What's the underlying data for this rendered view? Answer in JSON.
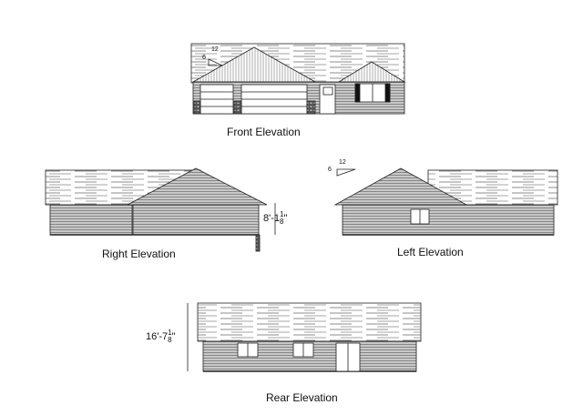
{
  "elevations": {
    "front": {
      "label": "Front Elevation"
    },
    "right": {
      "label": "Right Elevation",
      "wall_height": {
        "whole": "8'-1",
        "num": "1",
        "den": "8",
        "unit": "\""
      }
    },
    "left": {
      "label": "Left Elevation"
    },
    "rear": {
      "label": "Rear Elevation",
      "overall_height": {
        "whole": "16'-7",
        "num": "1",
        "den": "8",
        "unit": "\""
      }
    }
  },
  "roof_pitch": {
    "run": "12",
    "rise": "6"
  },
  "colors": {
    "line": "#222222",
    "siding": "#9a9a9a",
    "window": "#111111"
  }
}
